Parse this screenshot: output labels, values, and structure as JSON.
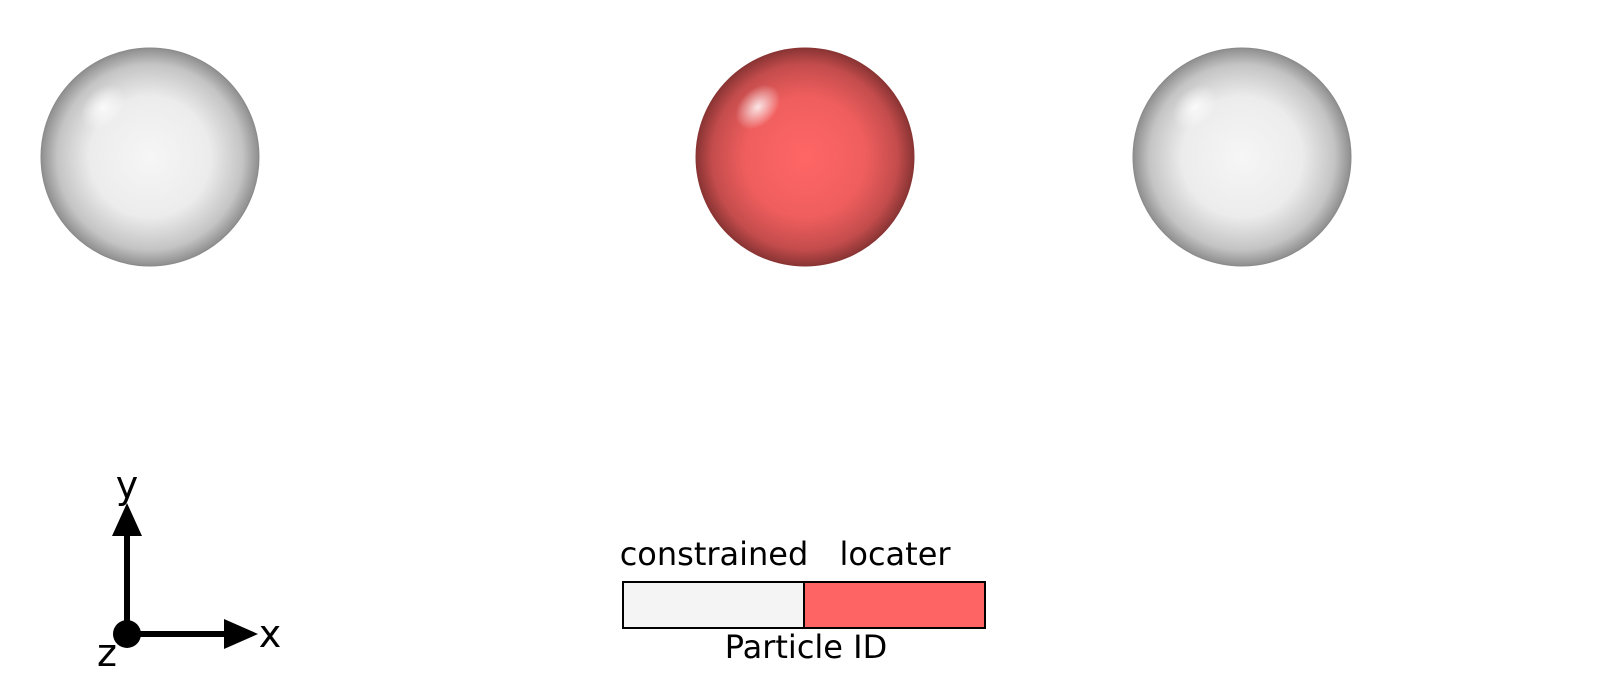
{
  "particles": [
    {
      "name": "constrained",
      "color": "#f4f4f4"
    },
    {
      "name": "locater",
      "color": "#ff6464"
    },
    {
      "name": "constrained",
      "color": "#f4f4f4"
    }
  ],
  "legend": {
    "categories": [
      {
        "label": "constrained",
        "color": "#f4f4f4"
      },
      {
        "label": "locater",
        "color": "#ff6464"
      }
    ],
    "title": "Particle ID"
  },
  "axes": {
    "x": "x",
    "y": "y",
    "z": "z"
  }
}
